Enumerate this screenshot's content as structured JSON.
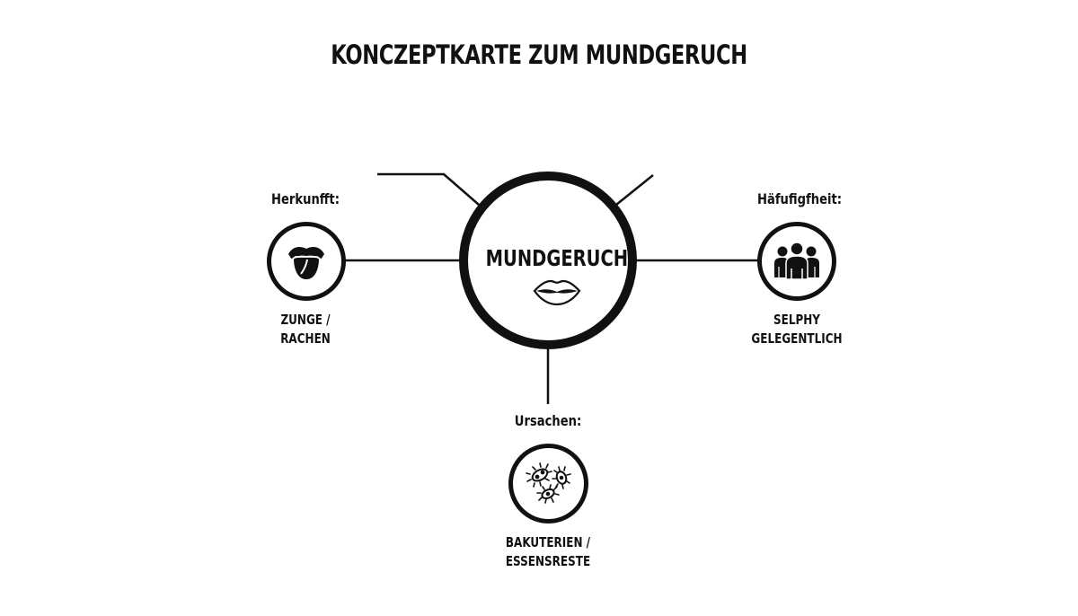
{
  "title": "KONCZEPTKARTE ZUM MUNDGERUCH",
  "center": {
    "label": "MUNDGERUCH",
    "icon": "lips-icon"
  },
  "nodes": [
    {
      "id": "origin",
      "heading": "Herkunfft:",
      "icon": "tongue-icon",
      "caption_line1": "ZUNGE /",
      "caption_line2": "RACHEN"
    },
    {
      "id": "frequency",
      "heading": "Häfufigfheit:",
      "icon": "people-group-icon",
      "caption_line1": "SELPHY",
      "caption_line2": "GELEGENTLICH"
    },
    {
      "id": "causes",
      "heading": "Ursachen:",
      "icon": "bacteria-icon",
      "caption_line1": "BAKUTERIEN /",
      "caption_line2": "ESSENSRESTE"
    }
  ],
  "colors": {
    "stroke": "#111111",
    "background": "#ffffff"
  }
}
